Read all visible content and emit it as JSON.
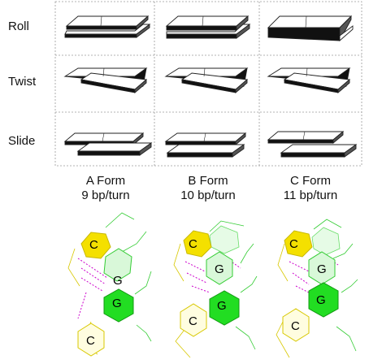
{
  "rows": [
    {
      "label": "Roll"
    },
    {
      "label": "Twist"
    },
    {
      "label": "Slide"
    }
  ],
  "columns": [
    {
      "form": "A Form",
      "turn": "9 bp/turn"
    },
    {
      "form": "B Form",
      "turn": "10 bp/turn"
    },
    {
      "form": "C Form",
      "turn": "11 bp/turn"
    }
  ],
  "base_pairs": [
    {
      "bases": [
        "C",
        "G",
        "G",
        "C"
      ]
    },
    {
      "bases": [
        "C",
        "G",
        "G",
        "C"
      ]
    },
    {
      "bases": [
        "C",
        "G",
        "G",
        "C"
      ]
    }
  ],
  "colors": {
    "cytosine_strong": "#f4e000",
    "cytosine_light": "#fffde0",
    "guanine_strong": "#22dd22",
    "guanine_light": "#d9f8d9",
    "hbond": "#cc00cc",
    "grid_line": "#999999"
  }
}
